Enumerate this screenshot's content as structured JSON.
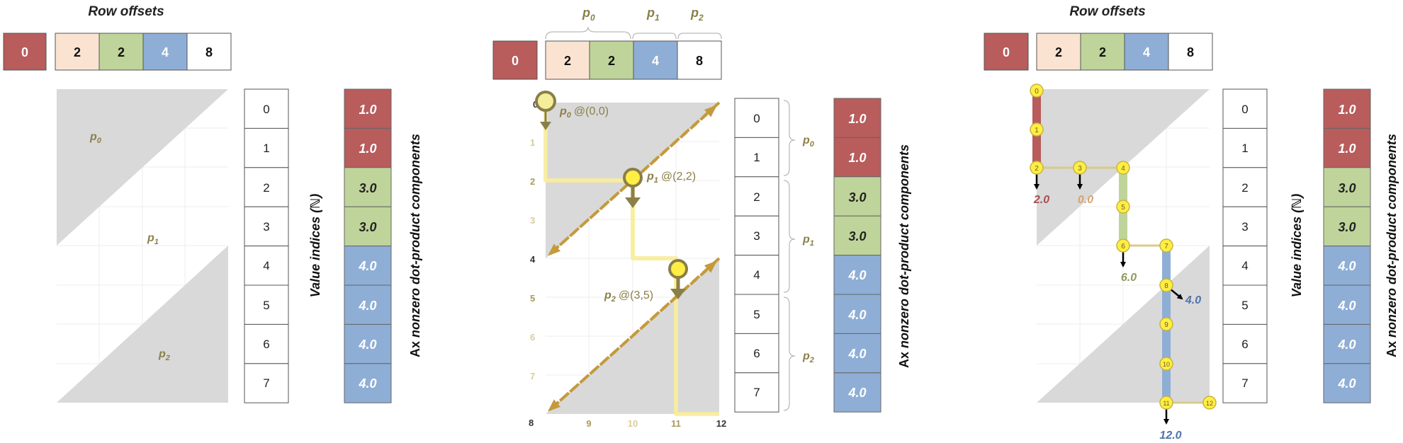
{
  "colors": {
    "red": "#b85c5c",
    "peach": "#fbe3d2",
    "green": "#bfd49a",
    "blue": "#8faed6",
    "white": "#ffffff",
    "triangle": "#d9d9d9",
    "grid": "#ececec",
    "olive": "#8a7f48",
    "gold": "#c49a3c",
    "yellow": "#ffee44",
    "lightyellow": "#f8ec9a"
  },
  "row_offsets": {
    "title": "Row offsets",
    "values": [
      "0",
      "2",
      "2",
      "4",
      "8"
    ],
    "colors": [
      "red",
      "peach",
      "green",
      "blue",
      "white"
    ]
  },
  "partition_labels": [
    "p",
    "p",
    "p"
  ],
  "partition_subs": [
    "0",
    "1",
    "2"
  ],
  "value_indices": {
    "values": [
      "0",
      "1",
      "2",
      "3",
      "4",
      "5",
      "6",
      "7"
    ],
    "label": "Value indices (ℕ)"
  },
  "ax": {
    "values": [
      "1.0",
      "1.0",
      "3.0",
      "3.0",
      "4.0",
      "4.0",
      "4.0",
      "4.0"
    ],
    "colors": [
      "red",
      "red",
      "green",
      "green",
      "blue",
      "blue",
      "blue",
      "blue"
    ],
    "label_prefix": "Ax",
    "label_suffix": "nonzero dot-product components"
  },
  "middle": {
    "row_ticks": [
      "0",
      "1",
      "2",
      "3",
      "4",
      "5",
      "6",
      "7",
      "8"
    ],
    "col_ticks": [
      "9",
      "10",
      "11",
      "12"
    ],
    "coords": [
      "@(0,0)",
      "@(2,2)",
      "@(3,5)"
    ]
  },
  "right": {
    "nodes": [
      "0",
      "1",
      "2",
      "3",
      "4",
      "5",
      "6",
      "7",
      "8",
      "9",
      "10",
      "11",
      "12"
    ],
    "sums": [
      "2.0",
      "0.0",
      "6.0",
      "4.0",
      "12.0"
    ]
  }
}
